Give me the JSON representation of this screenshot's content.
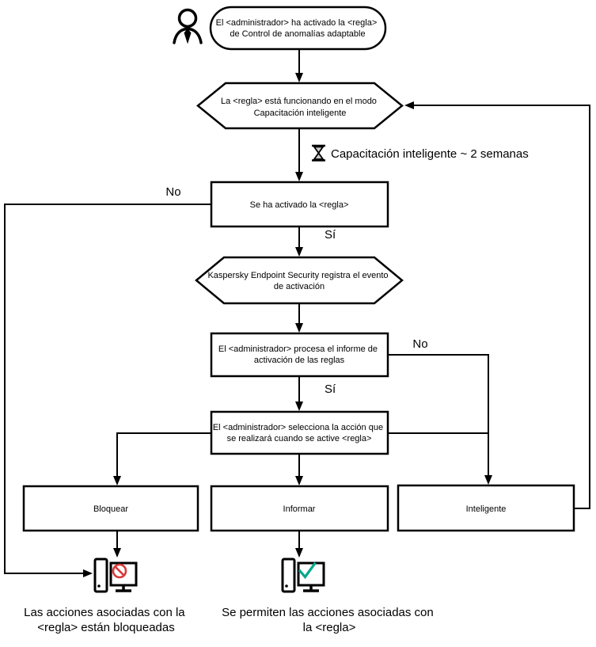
{
  "colors": {
    "line": "#000000",
    "blocked_text": "#c7534f",
    "allowed_text": "#0e9da5",
    "prohibit_sign": "#d63a3a",
    "check_sign": "#00a88b"
  },
  "nodes": {
    "start": {
      "line1": "El <administrador> ha activado la <regla>",
      "line2": "de Control de anomalías adaptable"
    },
    "mode": {
      "line1": "La <regla> está funcionando en el modo",
      "line2": "Capacitación inteligente"
    },
    "training_note": "Capacitación inteligente ~ 2 semanas",
    "triggered": "Se ha activado la <regla>",
    "logging": {
      "line1": "Kaspersky Endpoint Security registra el evento",
      "line2": "de activación"
    },
    "report": {
      "line1": "El <administrador> procesa el informe de",
      "line2": "activación de las reglas"
    },
    "select_action": {
      "line1": "El <administrador> selecciona la acción que",
      "line2": "se realizará cuando se active <regla>"
    },
    "block": "Bloquear",
    "inform": "Informar",
    "smart": "Inteligente"
  },
  "labels": {
    "no_left": "No",
    "si_first": "Sí",
    "no_right": "No",
    "si_second": "Sí"
  },
  "captions": {
    "blocked": {
      "line1": "Las acciones asociadas con la",
      "line2": "<regla> están bloqueadas"
    },
    "allowed": {
      "line1": "Se permiten las acciones asociadas con",
      "line2": "la <regla>"
    }
  },
  "icons": {
    "actor": "user-icon",
    "wait": "hourglass-icon",
    "blocked_result": "computer-blocked-icon",
    "allowed_result": "computer-allowed-icon"
  }
}
